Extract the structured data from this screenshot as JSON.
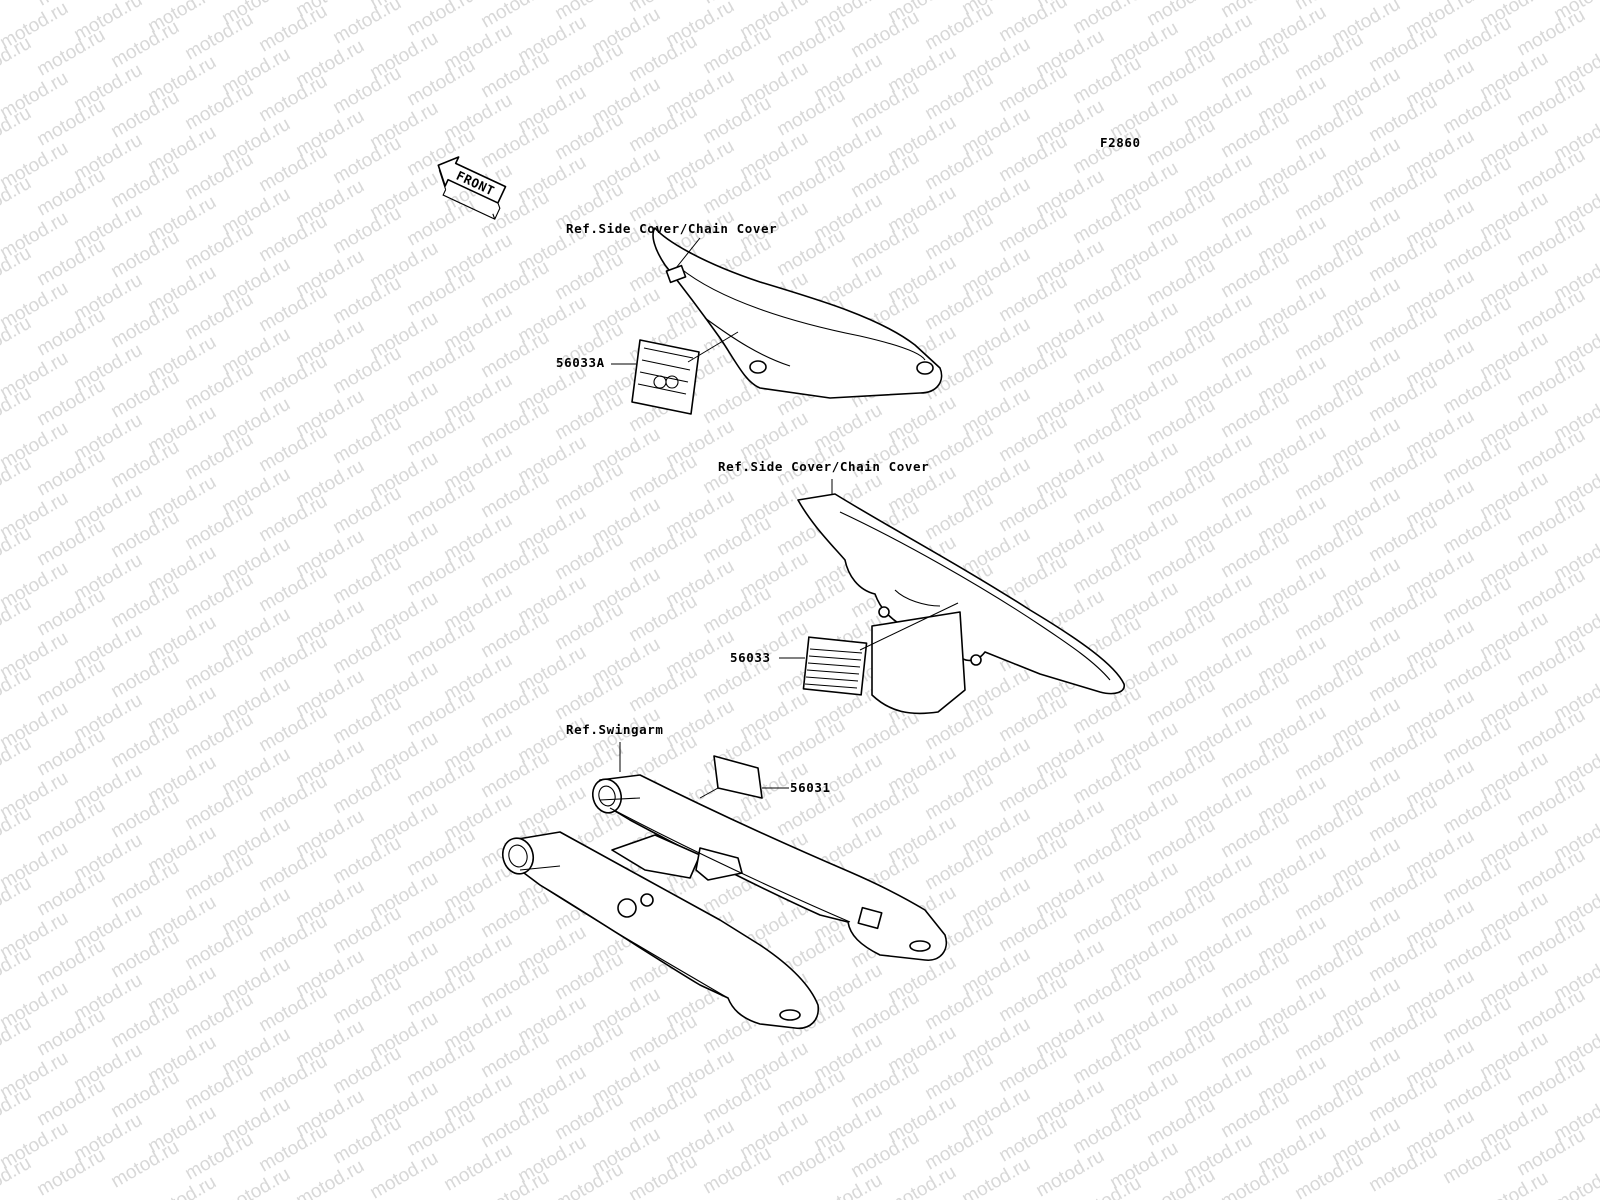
{
  "watermark": {
    "text": "motod.ru",
    "color": "#d8d8d8"
  },
  "figure_code": "F2860",
  "front_arrow": {
    "text": "FRONT",
    "icon": "front-direction-arrow-icon"
  },
  "refs": {
    "upper_cover": "Ref.Side Cover/Chain Cover",
    "chain_cover": "Ref.Side Cover/Chain Cover",
    "swingarm": "Ref.Swingarm"
  },
  "parts": {
    "label_side_cover": "56033A",
    "label_chain_cover": "56033",
    "label_swingarm": "56031"
  }
}
